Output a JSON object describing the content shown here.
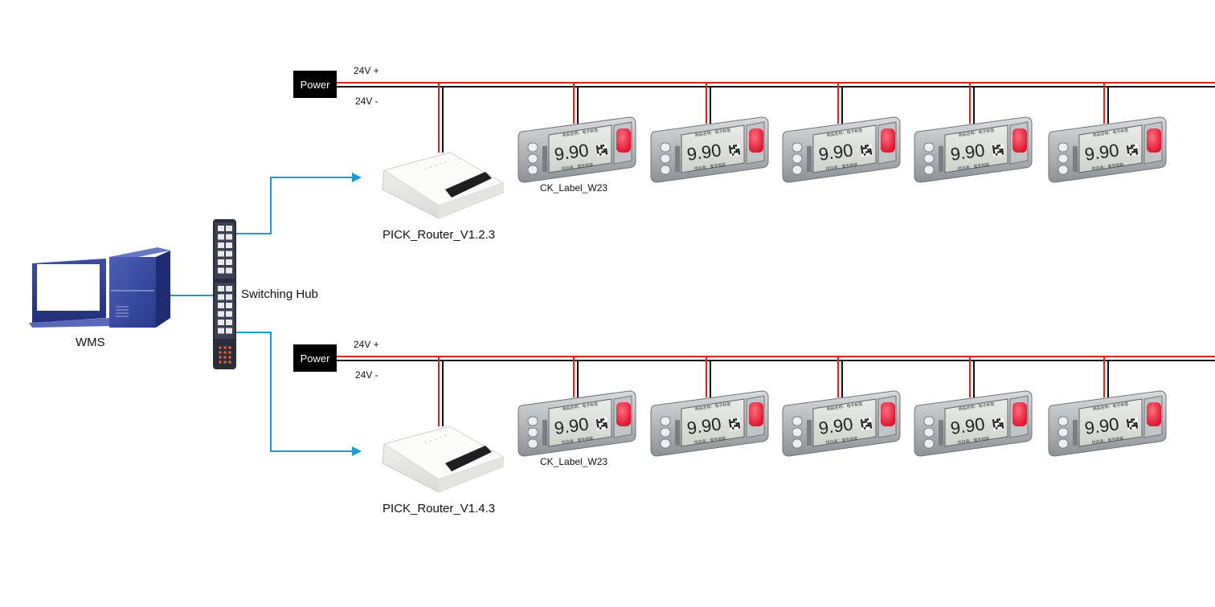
{
  "colors": {
    "positive_wire": "#e0201c",
    "negative_wire": "#111111",
    "network_link": "#1a9ad6",
    "power_box_bg": "#000000"
  },
  "wms": {
    "label": "WMS",
    "icon": "computer-workstation-icon"
  },
  "hub": {
    "label": "Switching Hub",
    "icon": "network-switch-icon"
  },
  "networks": [
    {
      "power": {
        "label": "Power",
        "positive": "24V +",
        "negative": "24V -"
      },
      "router": {
        "label": "PICK_Router_V1.2.3",
        "icon": "router-icon"
      },
      "label_caption": "CK_Label_W23",
      "devices": [
        {
          "price": "9.90",
          "row1": "商品名称：电子标签",
          "row2": "供应商：雷克智能"
        },
        {
          "price": "9.90",
          "row1": "商品名称：电子标签",
          "row2": "供应商：雷克智能"
        },
        {
          "price": "9.90",
          "row1": "商品名称：电子标签",
          "row2": "供应商：雷克智能"
        },
        {
          "price": "9.90",
          "row1": "商品名称：电子标签",
          "row2": "供应商：雷克智能"
        },
        {
          "price": "9.90",
          "row1": "商品名称：电子标签",
          "row2": "供应商：雷克智能"
        }
      ]
    },
    {
      "power": {
        "label": "Power",
        "positive": "24V +",
        "negative": "24V -"
      },
      "router": {
        "label": "PICK_Router_V1.4.3",
        "icon": "router-icon"
      },
      "label_caption": "CK_Label_W23",
      "devices": [
        {
          "price": "9.90",
          "row1": "商品名称：电子标签",
          "row2": "供应商：雷克智能"
        },
        {
          "price": "9.90",
          "row1": "商品名称：电子标签",
          "row2": "供应商：雷克智能"
        },
        {
          "price": "9.90",
          "row1": "商品名称：电子标签",
          "row2": "供应商：雷克智能"
        },
        {
          "price": "9.90",
          "row1": "商品名称：电子标签",
          "row2": "供应商：雷克智能"
        },
        {
          "price": "9.90",
          "row1": "商品名称：电子标签",
          "row2": "供应商：雷克智能"
        }
      ]
    }
  ]
}
